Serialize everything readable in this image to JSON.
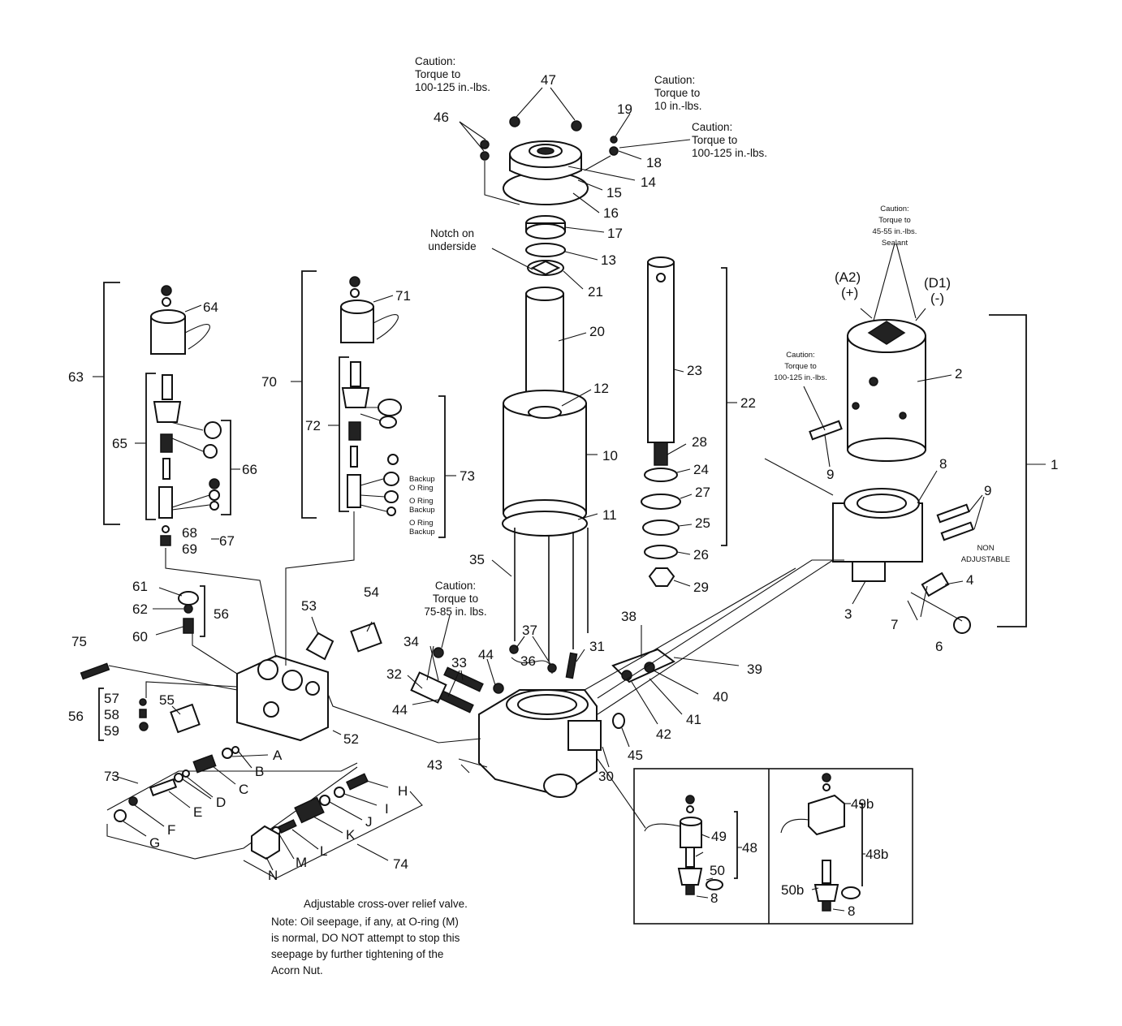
{
  "captions": {
    "c46": [
      "Caution:",
      "Torque to",
      "100-125 in.-lbs."
    ],
    "c19": [
      "Caution:",
      "Torque to",
      "10 in.-lbs."
    ],
    "c18": [
      "Caution:",
      "Torque to",
      "100-125 in.-lbs."
    ],
    "c2": [
      "Caution:",
      "Torque to",
      "45-55 in.-lbs.",
      "Sealant"
    ],
    "c9": [
      "Caution:",
      "Torque to",
      "100-125 in.-lbs."
    ],
    "c34": [
      "Caution:",
      "Torque to",
      "75-85 in. lbs."
    ],
    "notch": [
      "Notch on",
      "underside"
    ]
  },
  "terminals": {
    "a2": "(A2)",
    "a2_sign": "(+)",
    "d1": "(D1)",
    "d1_sign": "(-)"
  },
  "small_labels": {
    "non_adjustable": [
      "NON",
      "ADJUSTABLE"
    ],
    "backup_oring_1": [
      "Backup",
      "O Ring"
    ],
    "oring_backup_2": [
      "O Ring",
      "Backup"
    ],
    "oring_backup_3": [
      "O Ring",
      "Backup"
    ]
  },
  "parts": {
    "p1": "1",
    "p2": "2",
    "p3": "3",
    "p4": "4",
    "p6": "6",
    "p7": "7",
    "p8a": "8",
    "p8b": "8",
    "p8c": "8",
    "p9a": "9",
    "p9b": "9",
    "p10": "10",
    "p11": "11",
    "p12": "12",
    "p13": "13",
    "p14": "14",
    "p15": "15",
    "p16": "16",
    "p17": "17",
    "p18": "18",
    "p19": "19",
    "p20": "20",
    "p21": "21",
    "p22": "22",
    "p23": "23",
    "p24": "24",
    "p25": "25",
    "p26": "26",
    "p27": "27",
    "p28": "28",
    "p29": "29",
    "p30": "30",
    "p31": "31",
    "p32": "32",
    "p33": "33",
    "p34": "34",
    "p35": "35",
    "p36": "36",
    "p37": "37",
    "p38": "38",
    "p39": "39",
    "p40": "40",
    "p41": "41",
    "p42": "42",
    "p43": "43",
    "p44a": "44",
    "p44b": "44",
    "p45": "45",
    "p46": "46",
    "p47": "47",
    "p48": "48",
    "p48b": "48b",
    "p49": "49",
    "p49b": "49b",
    "p50": "50",
    "p50b": "50b",
    "p52": "52",
    "p53": "53",
    "p54": "54",
    "p55": "55",
    "p56a": "56",
    "p56b": "56",
    "p57": "57",
    "p58": "58",
    "p59": "59",
    "p60": "60",
    "p61": "61",
    "p62": "62",
    "p63": "63",
    "p64": "64",
    "p65": "65",
    "p66": "66",
    "p67": "67",
    "p68": "68",
    "p69": "69",
    "p70": "70",
    "p71": "71",
    "p72": "72",
    "p73a": "73",
    "p73b": "73",
    "p74": "74",
    "p75": "75",
    "A": "A",
    "B": "B",
    "C": "C",
    "D": "D",
    "E": "E",
    "F": "F",
    "G": "G",
    "H": "H",
    "I": "I",
    "J": "J",
    "K": "K",
    "L": "L",
    "M": "M",
    "N": "N"
  },
  "note": [
    "Adjustable cross-over relief valve.",
    "Note: Oil seepage, if any, at O-ring (M)",
    "is normal, DO NOT attempt to stop this",
    "seepage by further tightening of the",
    "Acorn Nut."
  ]
}
